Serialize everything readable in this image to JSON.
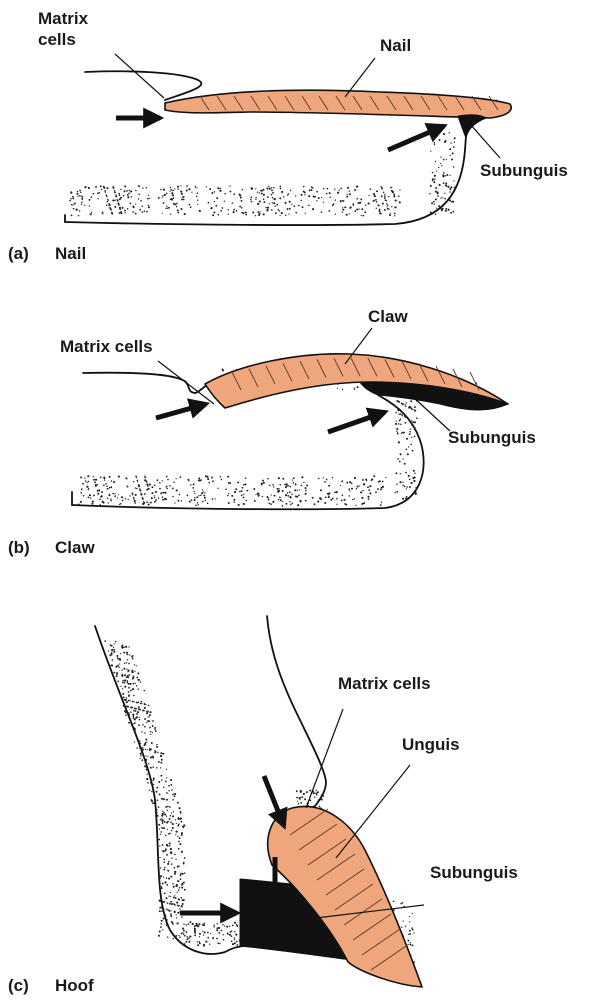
{
  "colors": {
    "keratin": "#f0a67c",
    "ink": "#111111",
    "background": "#ffffff"
  },
  "panels": [
    {
      "id": "a",
      "caption_letter": "(a)",
      "caption_text": "Nail",
      "labels": {
        "matrix": "Matrix\ncells",
        "plate": "Nail",
        "subunguis": "Subunguis"
      }
    },
    {
      "id": "b",
      "caption_letter": "(b)",
      "caption_text": "Claw",
      "labels": {
        "matrix": "Matrix cells",
        "plate": "Claw",
        "subunguis": "Subunguis"
      }
    },
    {
      "id": "c",
      "caption_letter": "(c)",
      "caption_text": "Hoof",
      "labels": {
        "matrix": "Matrix cells",
        "plate": "Unguis",
        "subunguis": "Subunguis"
      }
    }
  ]
}
